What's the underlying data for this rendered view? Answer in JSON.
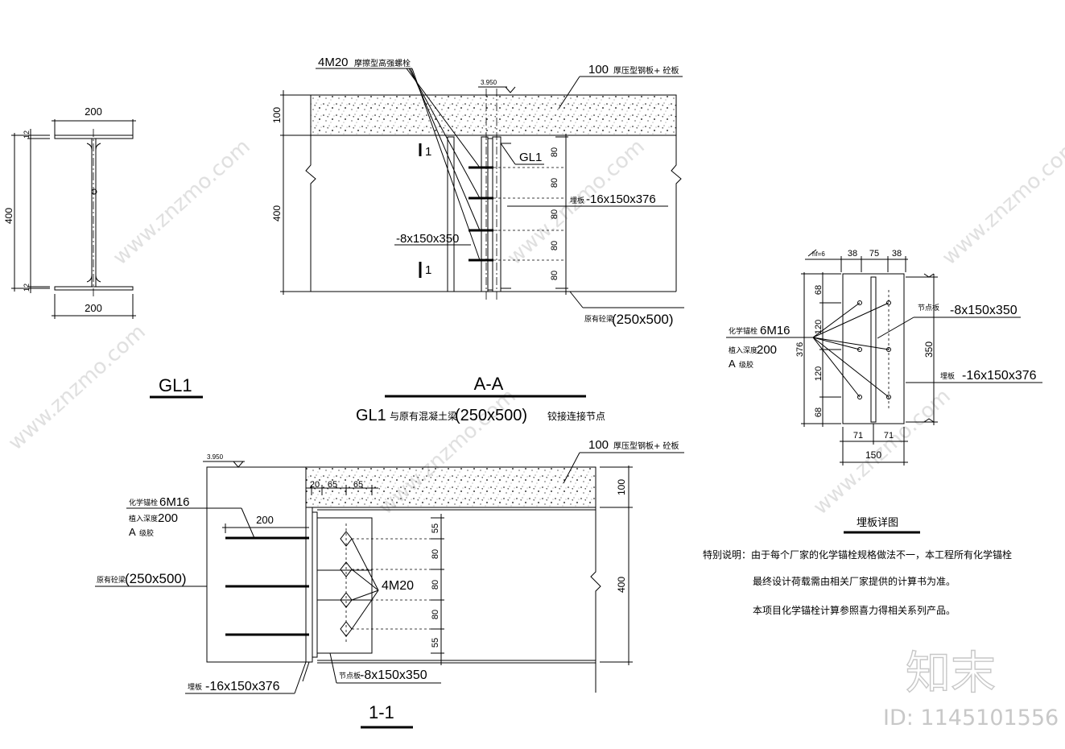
{
  "watermarks": {
    "site": "www.znzmo.com",
    "brand": "知末",
    "id": "ID: 1145101556"
  },
  "gl1_section": {
    "title": "GL1",
    "top_width": "200",
    "bottom_width": "200",
    "height": "400",
    "flange_top": "12",
    "flange_bottom": "12"
  },
  "aa_section": {
    "title": "A-A",
    "subtitle_mark": "GL1",
    "subtitle_text": "与原有混凝土梁",
    "subtitle_size": "(250x500)",
    "subtitle_tail": "铰接连接节点",
    "bolts_label_code": "4M20",
    "bolts_label_text": "摩擦型高强螺栓",
    "elevation": "3.950",
    "slab_label_num": "100",
    "slab_label_text": "厚压型钢板+ 砼板",
    "slab_dim": "100",
    "beam_dim": "400",
    "beam_label": "GL1",
    "embed_plate_prefix": "埋板",
    "embed_plate_size": "-16x150x376",
    "node_plate": "-8x150x350",
    "bolt_spacings": [
      "80",
      "80",
      "80",
      "80",
      "80"
    ],
    "section_mark_1": "1",
    "section_mark_2": "1",
    "existing_beam_prefix": "原有砼梁",
    "existing_beam_size": "(250x500)"
  },
  "section_11": {
    "title": "1-1",
    "elevation": "3.950",
    "slab_label_num": "100",
    "slab_label_text": "厚压型钢板+ 砼板",
    "anchor_line1_prefix": "化学锚栓",
    "anchor_line1_code": "6M16",
    "anchor_line2_prefix": "植入深度",
    "anchor_line2_num": "200",
    "anchor_line3_prefix": "A",
    "anchor_line3_text": "级胶",
    "anchor_depth": "200",
    "top_dims": [
      "20",
      "65",
      "65"
    ],
    "existing_beam_prefix": "原有砼梁",
    "existing_beam_size": "(250x500)",
    "bolts": "4M20",
    "bolt_spacings": [
      "55",
      "80",
      "80",
      "80",
      "55"
    ],
    "slab_dim": "100",
    "beam_dim": "400",
    "embed_plate_prefix": "埋板",
    "embed_plate_size": "-16x150x376",
    "node_plate_prefix": "节点板",
    "node_plate_size": "-8x150x350"
  },
  "plate_detail": {
    "title": "埋板详图",
    "weld": "hf=6",
    "top_dims": [
      "38",
      "75",
      "38"
    ],
    "left_dims": [
      "68",
      "120",
      "120",
      "68"
    ],
    "left_total": "376",
    "right_total": "350",
    "bottom_dims": [
      "71",
      "71"
    ],
    "bottom_total": "150",
    "node_plate_prefix": "节点板",
    "node_plate_size": "-8x150x350",
    "embed_plate_prefix": "埋板",
    "embed_plate_size": "-16x150x376",
    "anchor_line1_prefix": "化学锚栓",
    "anchor_line1_code": "6M16",
    "anchor_line2_prefix": "植入深度",
    "anchor_line2_num": "200",
    "anchor_line3_prefix": "A",
    "anchor_line3_text": "级胶"
  },
  "notes": {
    "line1": "特别说明：由于每个厂家的化学锚栓规格做法不一，本工程所有化学锚栓",
    "line2": "最终设计荷载需由相关厂家提供的计算书为准。",
    "line3": "本项目化学锚栓计算参照喜力得相关系列产品。"
  }
}
